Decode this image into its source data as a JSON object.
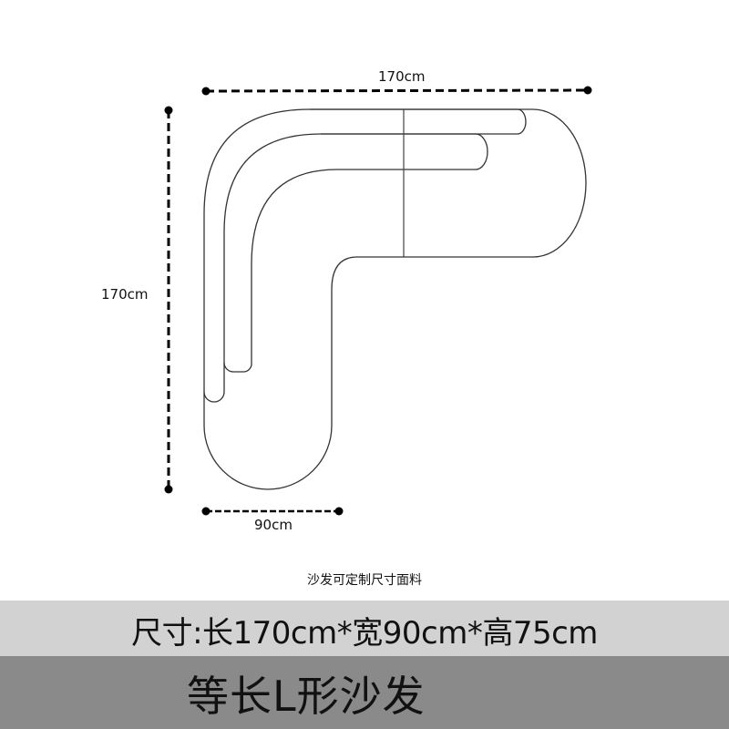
{
  "dimensions": {
    "top_width": "170cm",
    "left_depth": "170cm",
    "bottom_seat_width": "90cm"
  },
  "caption": "沙发可定制尺寸面料",
  "spec_bar": {
    "text": "尺寸:长170cm*宽90cm*高75cm",
    "background": "#d2d2d2"
  },
  "title_bar": {
    "text": "等长L形沙发",
    "background": "#8a8a8a"
  },
  "colors": {
    "outline": "#333333",
    "dimension_line": "#000000"
  }
}
